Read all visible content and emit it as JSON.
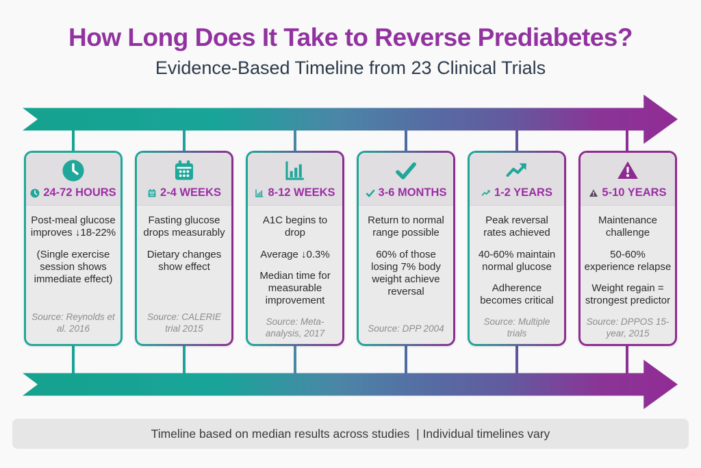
{
  "page": {
    "title": "How Long Does It Take to Reverse Prediabetes?",
    "subtitle": "Evidence-Based Timeline from 23 Clinical Trials",
    "footer_note": "Timeline based on median results across studies  | Individual timelines vary"
  },
  "colors": {
    "title_purple": "#9232a0",
    "subtitle_slate": "#2c3a4a",
    "accent_teal": "#1ea79a",
    "accent_purple": "#8e2b90",
    "arrow_gradient_start": "#15a28e",
    "arrow_gradient_end": "#912c95",
    "card_background": "#ebeaeb",
    "card_header_background": "#e0dee1",
    "source_gray": "#8c8c8c",
    "footer_background": "#e6e6e6"
  },
  "stages": [
    {
      "icon": "clock",
      "label": "24-72 HOURS",
      "points": [
        "Post-meal glucose improves ↓18-22%",
        "(Single exercise session shows immediate effect)"
      ],
      "source": "Source: Reynolds et al. 2016",
      "connector_color": "#17a496"
    },
    {
      "icon": "calendar",
      "label": "2-4 WEEKS",
      "points": [
        "Fasting glucose drops measurably",
        "Dietary changes show effect"
      ],
      "source": "Source: CALERIE trial 2015",
      "connector_color": "#21a29d"
    },
    {
      "icon": "bar-chart",
      "label": "8-12 WEEKS",
      "points": [
        "A1C begins to drop",
        "Average ↓0.3%",
        "Median time for measurable improvement"
      ],
      "source": "Source: Meta-analysis, 2017",
      "connector_color": "#4b86a7"
    },
    {
      "icon": "check",
      "label": "3-6 MONTHS",
      "points": [
        "Return to normal range possible",
        "60% of those losing 7% body weight achieve reversal"
      ],
      "source": "Source: DPP 2004",
      "connector_color": "#4d6ca2"
    },
    {
      "icon": "trending-up",
      "label": "1-2 YEARS",
      "points": [
        "Peak reversal rates achieved",
        "40-60% maintain normal glucose",
        "Adherence becomes critical"
      ],
      "source": "Source: Multiple trials",
      "connector_color": "#5e5599"
    },
    {
      "icon": "warning",
      "label": "5-10 YEARS",
      "points": [
        "Maintenance challenge",
        "50-60% experience relapse",
        "Weight regain = strongest predictor"
      ],
      "source": "Source: DPPOS 15-year, 2015",
      "connector_color": "#8c2e93"
    }
  ]
}
